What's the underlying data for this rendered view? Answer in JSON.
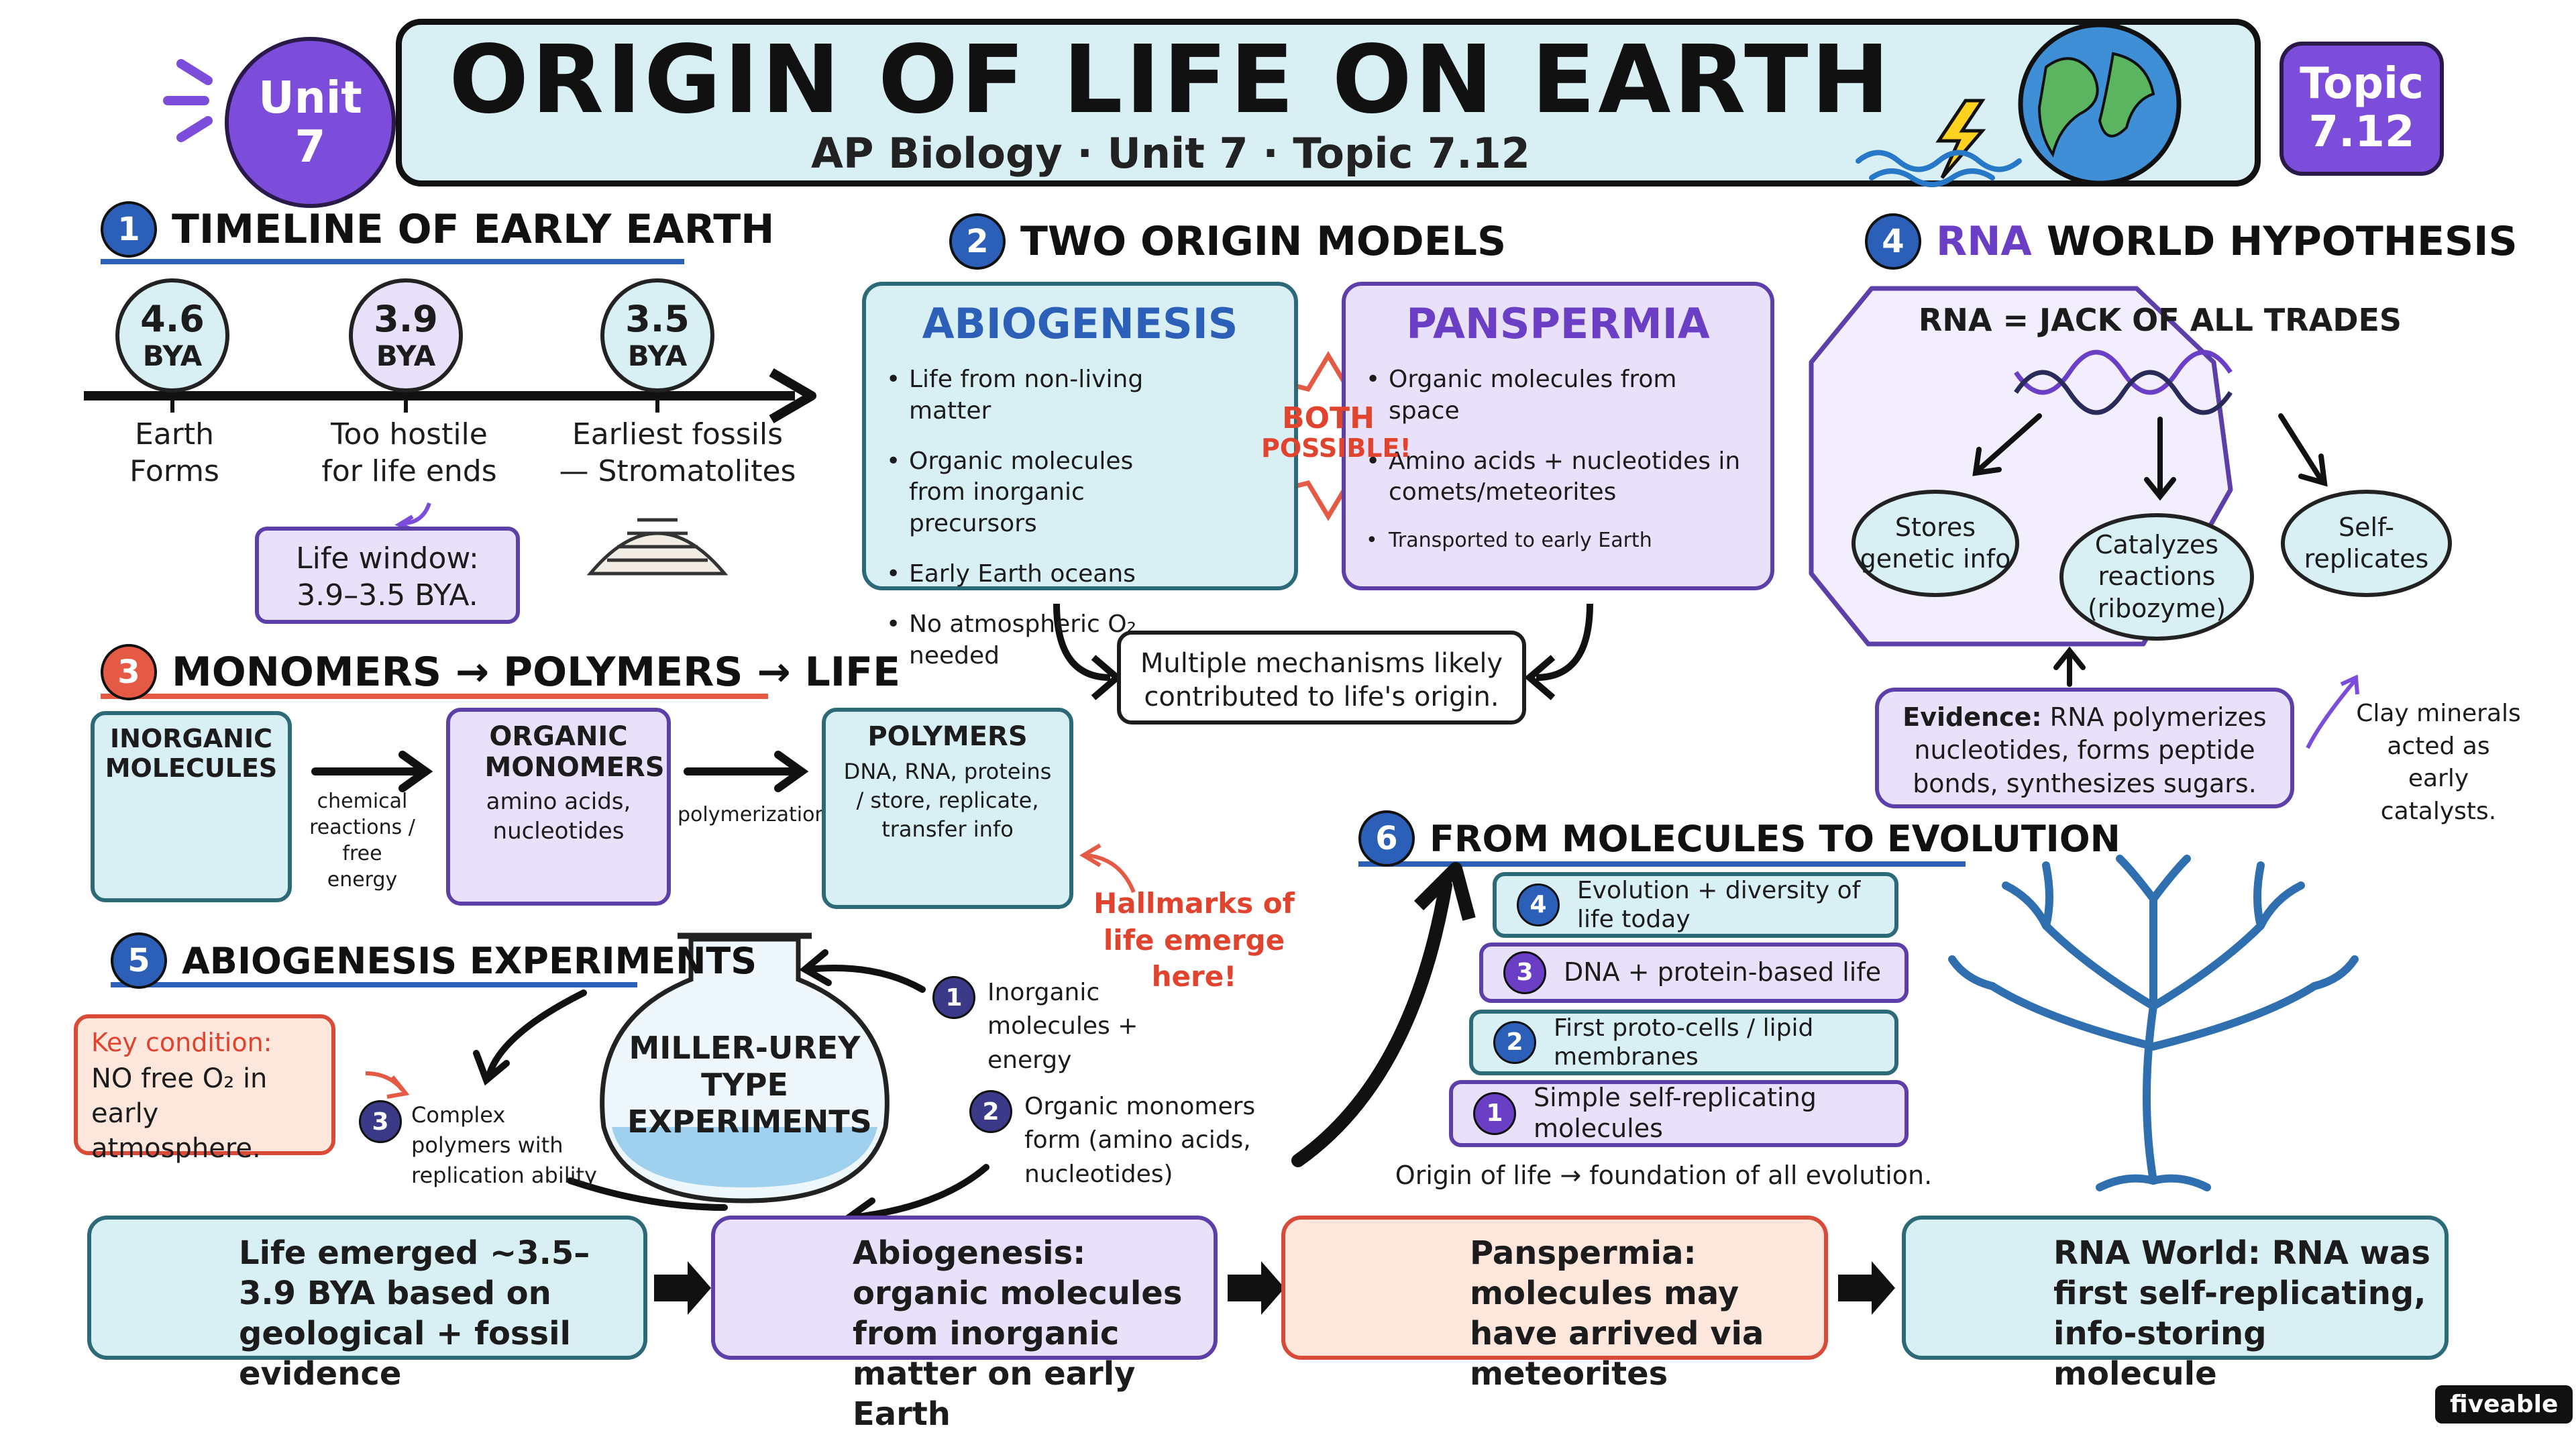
{
  "header": {
    "unit_badge": {
      "line1": "Unit",
      "line2": "7"
    },
    "title": "ORIGIN OF LIFE ON EARTH",
    "subtitle": "AP Biology  ·  Unit 7  ·  Topic 7.12",
    "topic_badge": {
      "line1": "Topic",
      "line2": "7.12"
    }
  },
  "timeline": {
    "number": "1",
    "heading": "TIMELINE OF EARLY EARTH",
    "events": [
      {
        "value": "4.6",
        "unit": "BYA",
        "label": "Earth Forms"
      },
      {
        "value": "3.9",
        "unit": "BYA",
        "label": "Too hostile for life ends"
      },
      {
        "value": "3.5",
        "unit": "BYA",
        "label": "Earliest fossils — Stromatolites"
      }
    ],
    "life_window": {
      "line1": "Life window:",
      "line2": "3.9–3.5 BYA."
    }
  },
  "models": {
    "number": "2",
    "heading": "TWO ORIGIN MODELS",
    "abiogenesis": {
      "title": "ABIOGENESIS",
      "bullets": [
        "Life from non-living matter",
        "Organic molecules from inorganic precursors",
        "Early Earth oceans",
        "No atmospheric O₂ needed"
      ]
    },
    "panspermia": {
      "title": "PANSPERMIA",
      "bullets": [
        "Organic molecules from space",
        "Amino acids + nucleotides in comets/meteorites",
        "Transported to early Earth"
      ]
    },
    "both": {
      "line1": "BOTH",
      "line2": "POSSIBLE!"
    },
    "conclusion": "Multiple mechanisms likely contributed to life's origin."
  },
  "rna_world": {
    "number": "4",
    "heading_accent": "RNA",
    "heading_rest": "WORLD HYPOTHESIS",
    "subheading": "RNA = JACK OF ALL TRADES",
    "roles": [
      "Stores genetic info",
      "Catalyzes reactions (ribozyme)",
      "Self-replicates"
    ],
    "evidence_label": "Evidence:",
    "evidence_text": "RNA polymerizes nucleotides, forms peptide bonds, synthesizes sugars.",
    "clay_note": "Clay minerals acted as early catalysts."
  },
  "monomers": {
    "number": "3",
    "heading": "MONOMERS → POLYMERS → LIFE",
    "inorganic": {
      "title": "INORGANIC MOLECULES"
    },
    "arrow1_label": "chemical reactions / free energy",
    "organic": {
      "title": "ORGANIC MONOMERS",
      "desc": "amino acids, nucleotides"
    },
    "arrow2_label": "polymerization",
    "polymers": {
      "title": "POLYMERS",
      "desc": "DNA, RNA, proteins / store, replicate, transfer info"
    },
    "hallmarks": "Hallmarks of life emerge here!"
  },
  "experiments": {
    "number": "5",
    "heading": "ABIOGENESIS EXPERIMENTS",
    "flask_label": "MILLER-UREY TYPE EXPERIMENTS",
    "key_condition": {
      "title": "Key condition:",
      "text": "NO free O₂ in early atmosphere."
    },
    "steps": [
      {
        "n": "1",
        "text": "Inorganic molecules + energy"
      },
      {
        "n": "2",
        "text": "Organic monomers form (amino acids, nucleotides)"
      },
      {
        "n": "3",
        "text": "Complex polymers with replication ability"
      }
    ]
  },
  "evolution": {
    "number": "6",
    "heading": "FROM MOLECULES TO EVOLUTION",
    "stages": [
      {
        "n": "4",
        "text": "Evolution + diversity of life today"
      },
      {
        "n": "3",
        "text": "DNA + protein-based life"
      },
      {
        "n": "2",
        "text": "First proto-cells / lipid membranes"
      },
      {
        "n": "1",
        "text": "Simple self-replicating molecules"
      }
    ],
    "caption": "Origin of life → foundation of all evolution."
  },
  "summary": [
    "Life emerged ~3.5–3.9 BYA based on geological + fossil evidence",
    "Abiogenesis: organic molecules from inorganic matter on early Earth",
    "Panspermia: molecules may have arrived via meteorites",
    "RNA World: RNA was first self-replicating, info-storing molecule"
  ],
  "brand": "fiveable",
  "colors": {
    "accent_purple": "#7c4ddb",
    "teal_fill": "#d8eff4",
    "lavender_fill": "#e9e1fa",
    "red_accent": "#e55a44",
    "blue_number": "#2b5fb8"
  }
}
